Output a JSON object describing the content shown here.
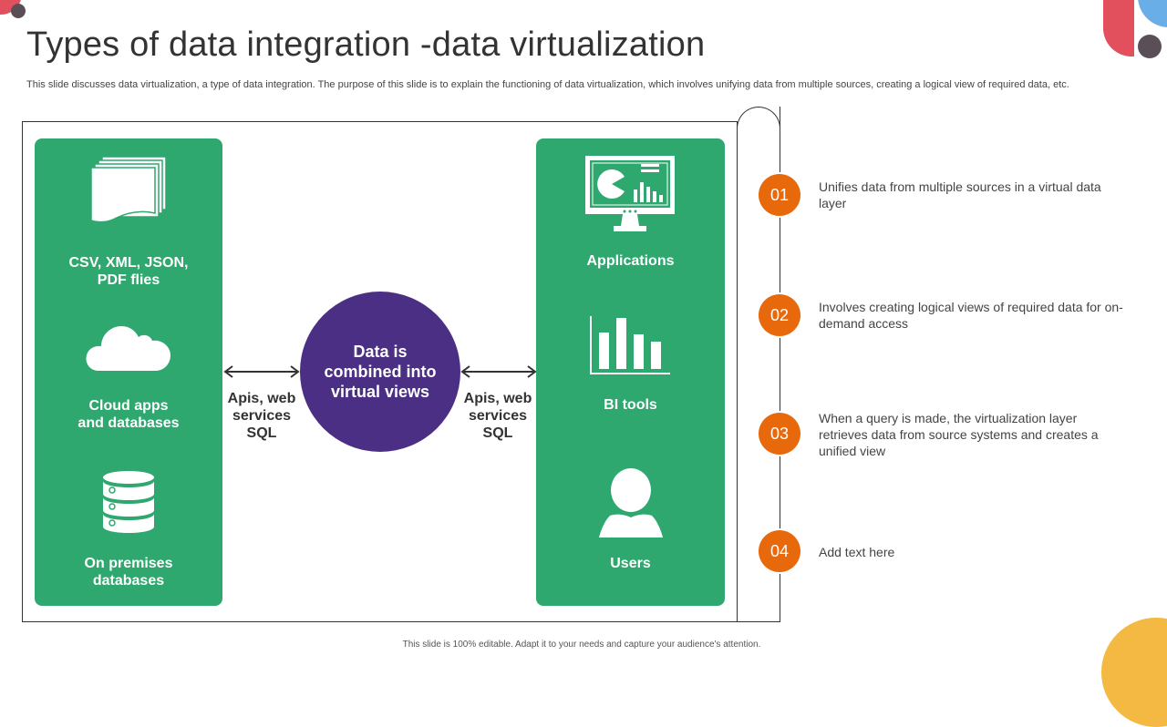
{
  "title": "Types of data integration -data virtualization",
  "subtitle": "This slide discusses data virtualization, a type of data integration. The purpose of this slide is to explain the functioning of data virtualization, which involves unifying data from multiple sources, creating a logical view of required data, etc.",
  "left_panel": {
    "items": [
      {
        "label": "CSV, XML, JSON,\nPDF flies",
        "icon": "documents-icon"
      },
      {
        "label": "Cloud apps\nand databases",
        "icon": "cloud-icon"
      },
      {
        "label": "On premises\ndatabases",
        "icon": "database-icon"
      }
    ]
  },
  "center": {
    "label": "Data is\ncombined into\nvirtual views",
    "left_connector": "Apis, web\nservices\nSQL",
    "right_connector": "Apis, web\nservices\nSQL"
  },
  "right_panel": {
    "items": [
      {
        "label": "Applications",
        "icon": "monitor-dashboard-icon"
      },
      {
        "label": "BI tools",
        "icon": "bar-chart-icon"
      },
      {
        "label": "Users",
        "icon": "user-icon"
      }
    ]
  },
  "steps": [
    {
      "number": "01",
      "text": "Unifies data from multiple sources in a virtual data layer"
    },
    {
      "number": "02",
      "text": "Involves creating logical views of required data for on-demand access"
    },
    {
      "number": "03",
      "text": "When a query is made, the virtualization layer retrieves data from source systems and creates a unified view"
    },
    {
      "number": "04",
      "text": "Add text here"
    }
  ],
  "footer": "This slide is 100% editable. Adapt it to your needs and capture your audience's attention.",
  "colors": {
    "panel": "#2ea86f",
    "circle": "#4b2f84",
    "step": "#e8690c",
    "deco_red": "#e2505d",
    "deco_blue": "#6aaee8",
    "deco_dark": "#5a4f57",
    "deco_yellow": "#f4b942"
  }
}
